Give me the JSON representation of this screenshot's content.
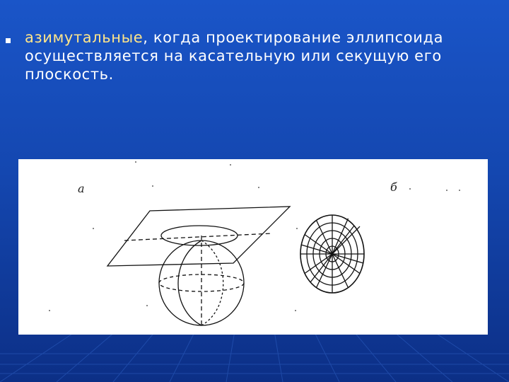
{
  "slide": {
    "bullet": {
      "highlight": "азимутальные",
      "rest_line1": ", когда проектирование эллипсоида",
      "line2": "осуществляется на касательную или секущую его",
      "line3": "плоскость."
    }
  },
  "figure": {
    "label_a": "а",
    "label_b": "б"
  },
  "colors": {
    "background": "#1a55c8",
    "text": "#ffffff",
    "highlight": "#ffe58a",
    "figure_bg": "#ffffff",
    "ink": "#111111"
  }
}
